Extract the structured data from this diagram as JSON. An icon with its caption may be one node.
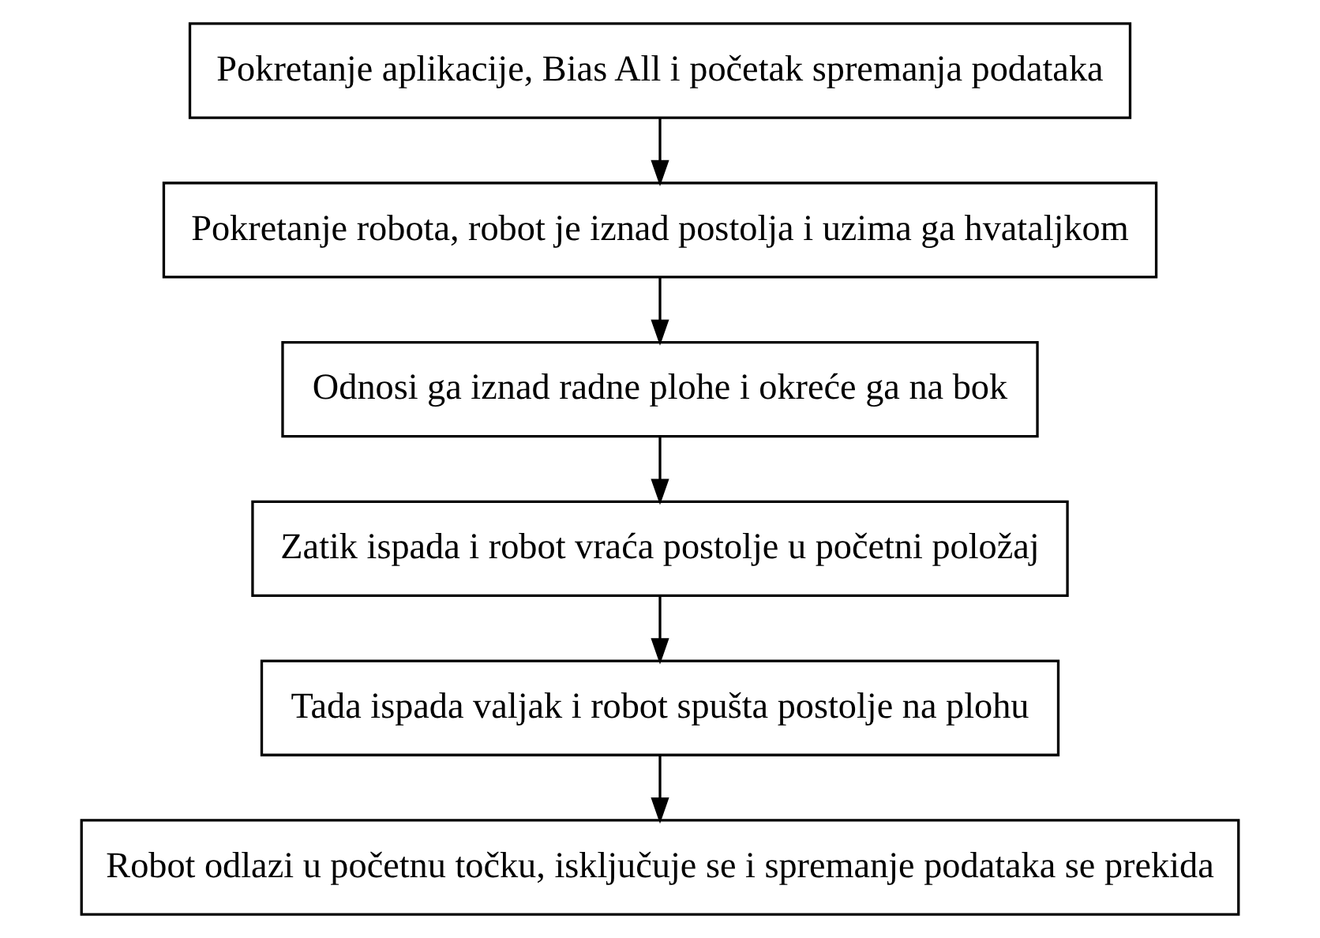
{
  "diagram": {
    "nodes": [
      {
        "text": [
          "Pokretanje aplikacije, Bias All i početak spremanja podataka"
        ]
      },
      {
        "text": [
          "Pokretanje robota, robot je iznad postolja i uzima ga hvataljkom"
        ]
      },
      {
        "text": [
          "Odnosi ga iznad radne plohe i okreće ga na bok"
        ]
      },
      {
        "text": [
          "Zatik ispada i robot vraća postolje u početni položaj"
        ]
      },
      {
        "text": [
          "Tada ispada valjak i robot spušta postolje na plohu"
        ]
      },
      {
        "text": [
          "Robot odlazi u početnu točku, isključuje se i spremanje podataka se prekida"
        ]
      }
    ],
    "edges": [
      {
        "from": 0,
        "to": 1,
        "arrow": "to"
      },
      {
        "from": 1,
        "to": 2,
        "arrow": "to"
      },
      {
        "from": 2,
        "to": 3,
        "arrow": "to"
      },
      {
        "from": 3,
        "to": 4,
        "arrow": "to"
      },
      {
        "from": 4,
        "to": 5,
        "arrow": "to"
      }
    ]
  }
}
